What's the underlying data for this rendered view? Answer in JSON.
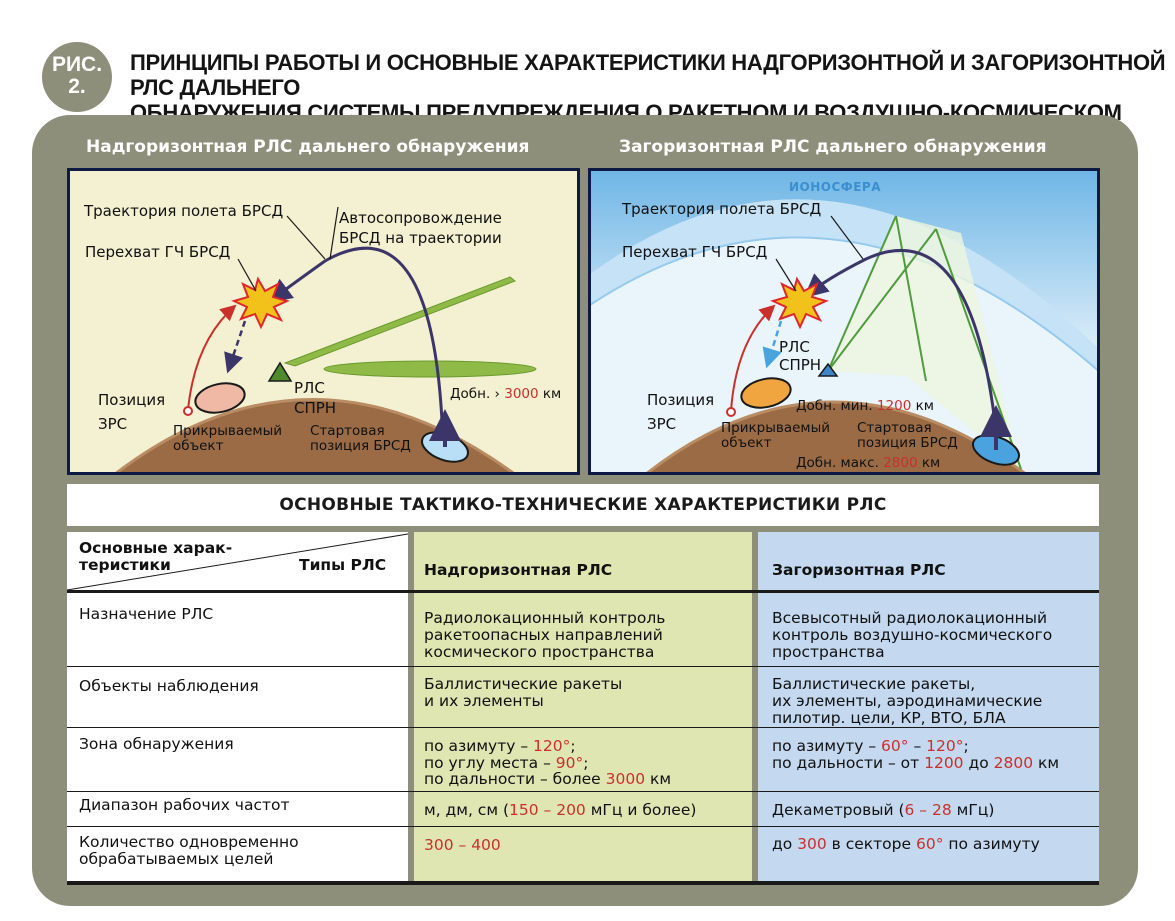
{
  "figure": {
    "badge_line1": "РИС.",
    "badge_line2": "2.",
    "title_line1": "ПРИНЦИПЫ РАБОТЫ И ОСНОВНЫЕ ХАРАКТЕРИСТИКИ НАДГОРИЗОНТНОЙ И ЗАГОРИЗОНТНОЙ РЛС ДАЛЬНЕГО",
    "title_line2": "ОБНАРУЖЕНИЯ СИСТЕМЫ ПРЕДУПРЕЖДЕНИЯ О РАКЕТНОМ И ВОЗДУШНО-КОСМИЧЕСКОМ НАПАДЕНИИ"
  },
  "colors": {
    "panel": "#8e8f7b",
    "frame": "#0f1a44",
    "diagram_bg": "#f4f0d2",
    "earth": "#9a6b45",
    "accent_red": "#c9302c",
    "col_over": "#dfe6b2",
    "col_beyond": "#c4d8ef",
    "trajectory": "#3b3569",
    "beam": "#8fba47",
    "ionosphere": "#5aa7e0"
  },
  "left_diagram": {
    "heading": "Надгоризонтная РЛС дальнего обнаружения",
    "trajectory": "Траектория полета БРСД",
    "intercept": "Перехват ГЧ БРСД",
    "autotrack_1": "Автосопровождение",
    "autotrack_2": "БРСД на траектории",
    "zrs_1": "Позиция",
    "zrs_2": "ЗРС",
    "radar_1": "РЛС",
    "radar_2": "СПРН",
    "protected_1": "Прикрываемый",
    "protected_2": "объект",
    "launch_1": "Стартовая",
    "launch_2": "позиция БРСД",
    "range_prefix": "Добн. ›",
    "range_value": "3000",
    "range_unit": "км"
  },
  "right_diagram": {
    "heading": "Загоризонтная РЛС дальнего обнаружения",
    "ionosphere": "ИОНОСФЕРА",
    "trajectory": "Траектория полета БРСД",
    "intercept": "Перехват ГЧ БРСД",
    "zrs_1": "Позиция",
    "zrs_2": "ЗРС",
    "radar_1": "РЛС",
    "radar_2": "СПРН",
    "protected_1": "Прикрываемый",
    "protected_2": "объект",
    "launch_1": "Стартовая",
    "launch_2": "позиция БРСД",
    "min_prefix": "Добн. мин.",
    "min_value": "1200",
    "min_unit": "км",
    "max_prefix": "Добн. макс.",
    "max_value": "2800",
    "max_unit": "км"
  },
  "table": {
    "title": "ОСНОВНЫЕ ТАКТИКО-ТЕХНИЧЕСКИЕ ХАРАКТЕРИСТИКИ РЛС",
    "corner_line1": "Основные харак-",
    "corner_line2": "теристики",
    "corner_types": "Типы РЛС",
    "col_over": "Надгоризонтная РЛС",
    "col_beyond": "Загоризонтная РЛС",
    "rows": [
      {
        "name": [
          "Назначение РЛС"
        ],
        "over": [
          "Радиолокационный контроль",
          "ракетоопасных направлений",
          "космического пространства"
        ],
        "beyond": [
          "Всевысотный радиолокационный",
          "контроль воздушно-космического",
          "пространства"
        ]
      },
      {
        "name": [
          "Объекты наблюдения"
        ],
        "over": [
          "Баллистические ракеты",
          "и их элементы"
        ],
        "beyond": [
          "Баллистические ракеты,",
          "их элементы, аэродинамические",
          "пилотир. цели, КР, ВТО, БЛА"
        ]
      },
      {
        "name": [
          "Зона обнаружения"
        ],
        "over_parts": [
          [
            "по азимуту – ",
            "120°",
            ";"
          ],
          [
            "по углу места – ",
            "90°",
            ";"
          ],
          [
            "по дальности – более ",
            "3000",
            " км"
          ]
        ],
        "beyond_parts": [
          [
            "по азимуту – ",
            "60°",
            " – ",
            "120°",
            ";"
          ],
          [
            "по дальности  – от ",
            "1200",
            " до ",
            "2800",
            " км"
          ]
        ]
      },
      {
        "name": [
          "Диапазон рабочих частот"
        ],
        "over_parts": [
          [
            "м, дм, см (",
            "150 – 200",
            " мГц и более)"
          ]
        ],
        "beyond_parts": [
          [
            "Декаметровый (",
            "6 – 28",
            " мГц)"
          ]
        ]
      },
      {
        "name": [
          "Количество одновременно",
          "обрабатываемых целей"
        ],
        "over_parts": [
          [
            "",
            "300 – 400",
            ""
          ]
        ],
        "beyond_parts": [
          [
            "до ",
            "300",
            " в секторе ",
            "60°",
            " по азимуту"
          ]
        ]
      }
    ]
  }
}
